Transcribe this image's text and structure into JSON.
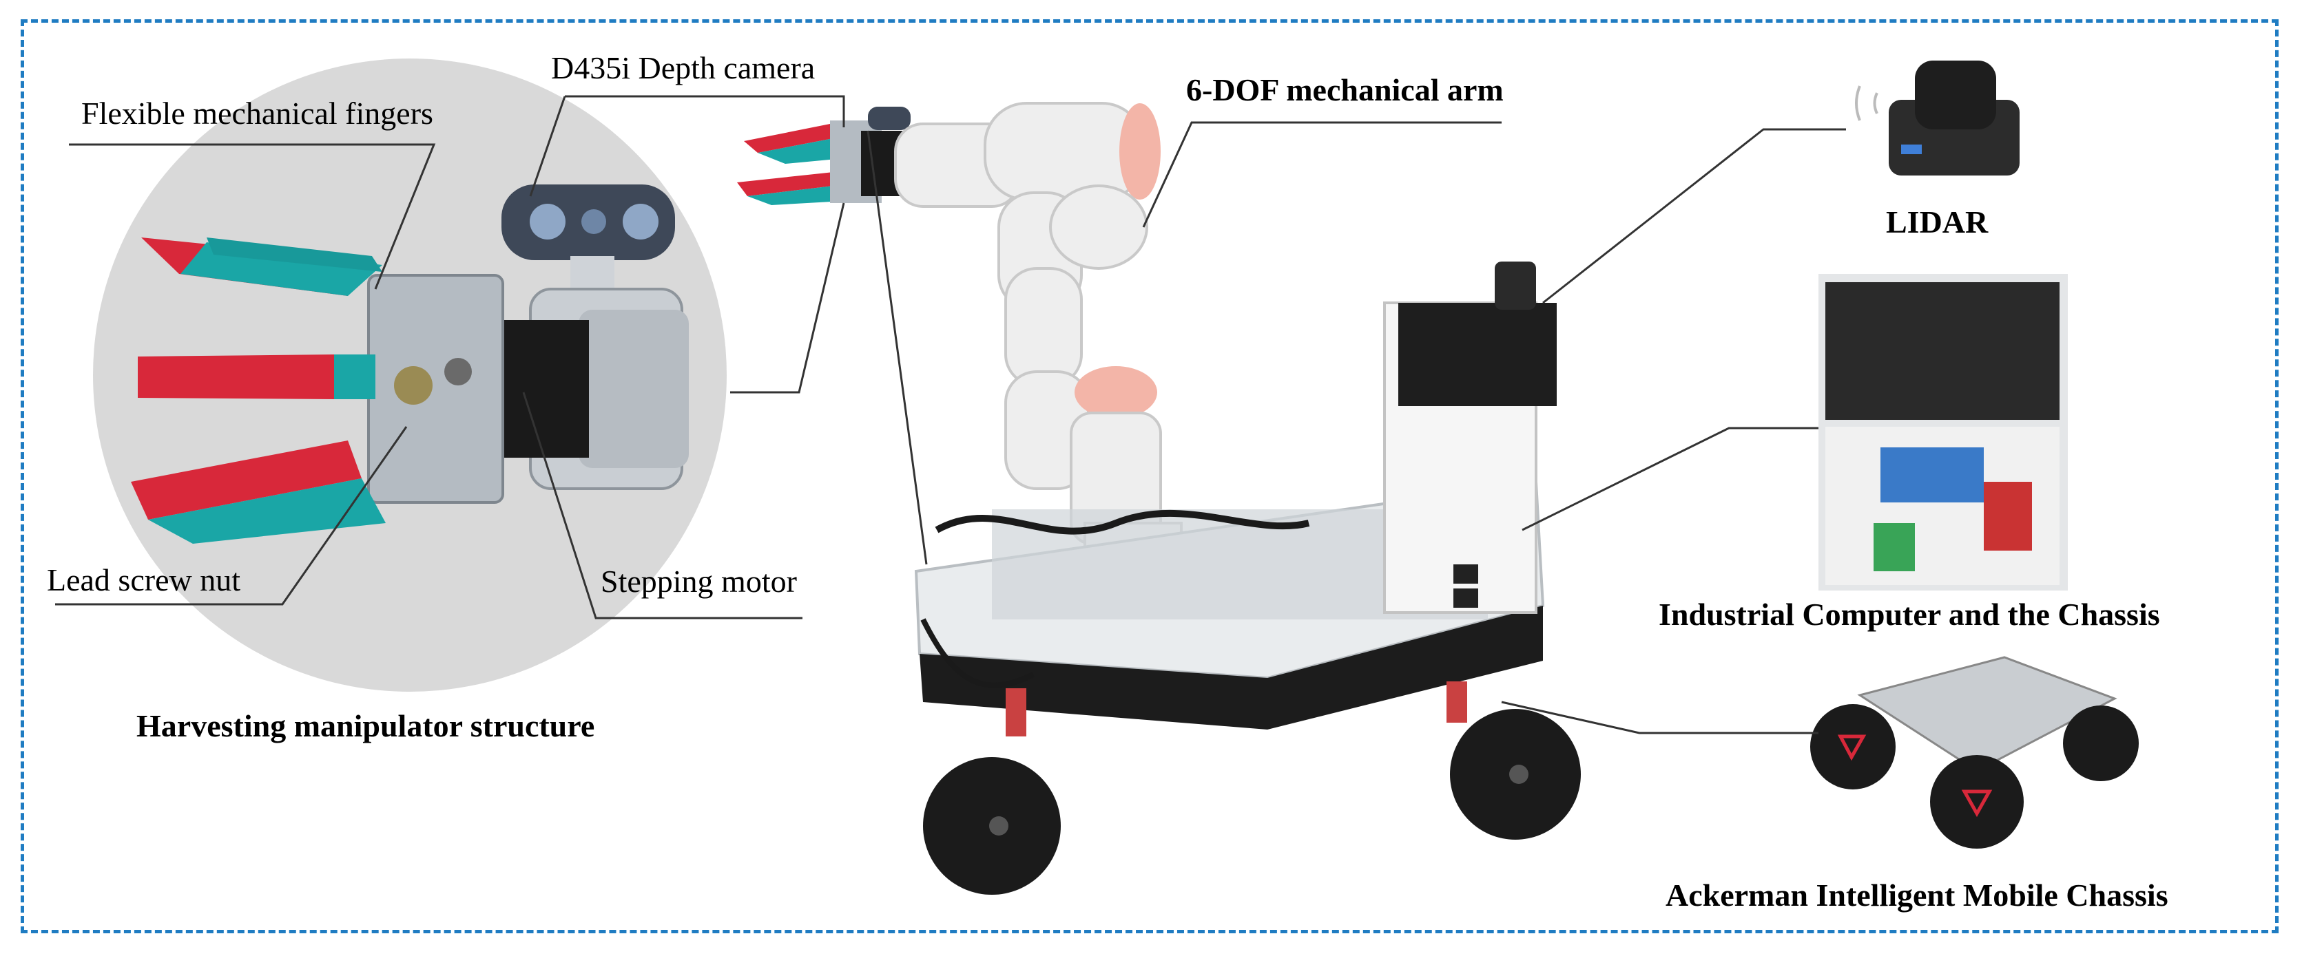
{
  "labels": {
    "depth_camera": "D435i Depth camera",
    "fingers": "Flexible mechanical fingers",
    "lead_screw": "Lead screw nut",
    "stepping_motor": "Stepping motor",
    "manipulator_title": "Harvesting manipulator structure",
    "arm": "6-DOF mechanical arm",
    "lidar": "LIDAR",
    "computer": "Industrial Computer and the Chassis",
    "chassis": "Ackerman Intelligent Mobile Chassis"
  },
  "colors": {
    "frame_border": "#1f7cc2",
    "finger_red": "#d8283a",
    "finger_teal": "#1aa6a6",
    "inset_bg": "#d9d9d9"
  }
}
